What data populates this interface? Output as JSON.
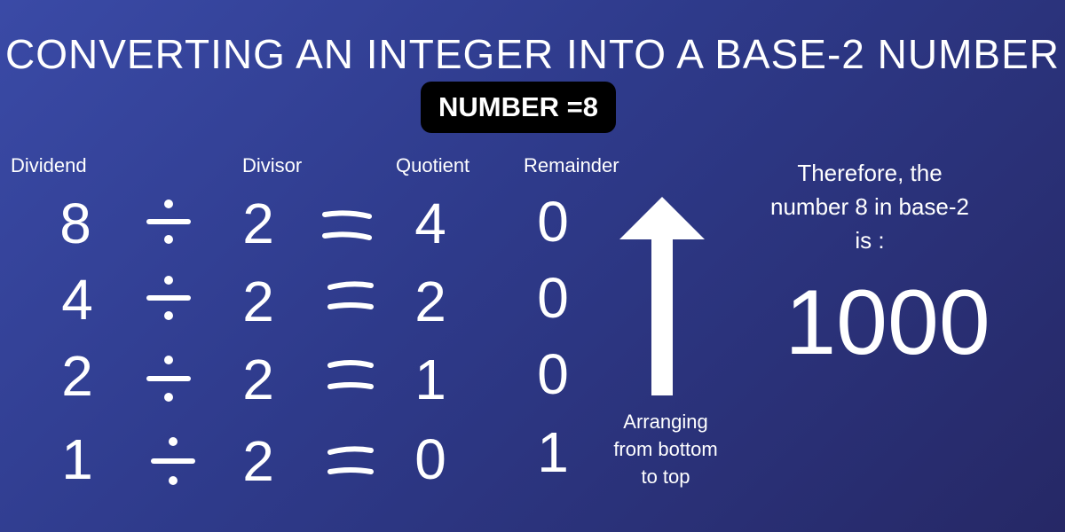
{
  "title": "CONVERTING AN INTEGER INTO A BASE-2 NUMBER",
  "badge": "NUMBER =8",
  "headers": {
    "dividend": "Dividend",
    "divisor": "Divisor",
    "quotient": "Quotient",
    "remainder": "Remainder"
  },
  "rows": [
    {
      "dividend": "8",
      "divisor": "2",
      "quotient": "4",
      "remainder": "0"
    },
    {
      "dividend": "4",
      "divisor": "2",
      "quotient": "2",
      "remainder": "0"
    },
    {
      "dividend": "2",
      "divisor": "2",
      "quotient": "1",
      "remainder": "0"
    },
    {
      "dividend": "1",
      "divisor": "2",
      "quotient": "0",
      "remainder": "1"
    }
  ],
  "arrow_caption": "Arranging from bottom to top",
  "conclusion": "Therefore, the number 8 in base-2 is :",
  "result": "1000",
  "colors": {
    "background_start": "#3a4aa6",
    "background_end": "#262866",
    "text": "#ffffff",
    "badge_background": "#000000"
  },
  "icons": {
    "operator": "divide-icon",
    "relation": "equals-icon",
    "direction": "arrow-up-icon"
  }
}
